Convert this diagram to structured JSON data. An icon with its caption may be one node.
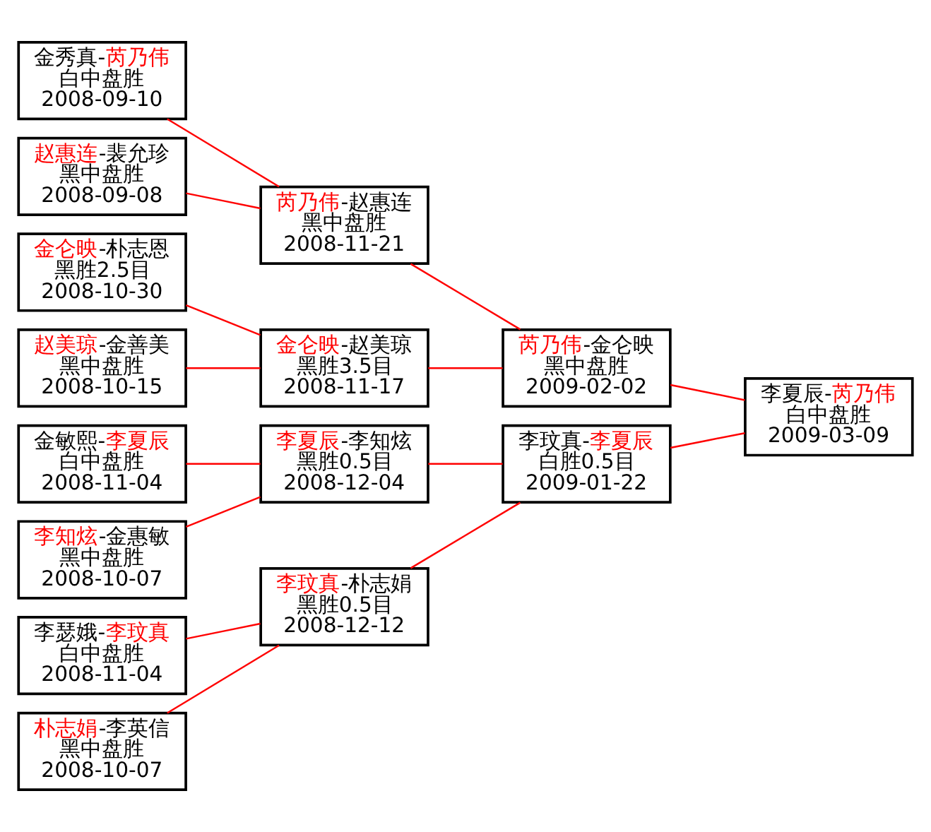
{
  "diagram": {
    "nodes": [
      {
        "text": [
          "金秀真-芮乃伟",
          "白中盘胜",
          "2008-09-10"
        ]
      },
      {
        "text": [
          "赵惠连-裴允珍",
          "黑中盘胜",
          "2008-09-08"
        ]
      },
      {
        "text": [
          "金仑映-朴志恩",
          "黑胜2.5目",
          "2008-10-30"
        ]
      },
      {
        "text": [
          "赵美琼-金善美",
          "黑中盘胜",
          "2008-10-15"
        ]
      },
      {
        "text": [
          "金敏熙-李夏辰",
          "白中盘胜",
          "2008-11-04"
        ]
      },
      {
        "text": [
          "李知炫-金惠敏",
          "黑中盘胜",
          "2008-10-07"
        ]
      },
      {
        "text": [
          "李瑟娥-李玟真",
          "白中盘胜",
          "2008-11-04"
        ]
      },
      {
        "text": [
          "朴志娟-李英信",
          "黑中盘胜",
          "2008-10-07"
        ]
      },
      {
        "text": [
          "芮乃伟-赵惠连",
          "黑中盘胜",
          "2008-11-21"
        ]
      },
      {
        "text": [
          "金仑映-赵美琼",
          "黑胜3.5目",
          "2008-11-17"
        ]
      },
      {
        "text": [
          "李夏辰-李知炫",
          "黑胜0.5目",
          "2008-12-04"
        ]
      },
      {
        "text": [
          "李玟真-朴志娟",
          "黑胜0.5目",
          "2008-12-12"
        ]
      },
      {
        "text": [
          "芮乃伟-金仑映",
          "黑中盘胜",
          "2009-02-02"
        ]
      },
      {
        "text": [
          "李玟真-李夏辰",
          "白胜0.5目",
          "2009-01-22"
        ]
      },
      {
        "text": [
          "李夏辰-芮乃伟",
          "白中盘胜",
          "2009-03-09"
        ]
      }
    ],
    "edges": [
      {
        "from": 0,
        "to": 8,
        "arrow": "none"
      },
      {
        "from": 1,
        "to": 8,
        "arrow": "none"
      },
      {
        "from": 2,
        "to": 9,
        "arrow": "none"
      },
      {
        "from": 3,
        "to": 9,
        "arrow": "none"
      },
      {
        "from": 4,
        "to": 10,
        "arrow": "none"
      },
      {
        "from": 5,
        "to": 10,
        "arrow": "none"
      },
      {
        "from": 6,
        "to": 11,
        "arrow": "none"
      },
      {
        "from": 7,
        "to": 11,
        "arrow": "none"
      },
      {
        "from": 8,
        "to": 12,
        "arrow": "none"
      },
      {
        "from": 9,
        "to": 12,
        "arrow": "none"
      },
      {
        "from": 10,
        "to": 13,
        "arrow": "none"
      },
      {
        "from": 11,
        "to": 13,
        "arrow": "none"
      },
      {
        "from": 12,
        "to": 14,
        "arrow": "none"
      },
      {
        "from": 13,
        "to": 14,
        "arrow": "none"
      }
    ]
  }
}
